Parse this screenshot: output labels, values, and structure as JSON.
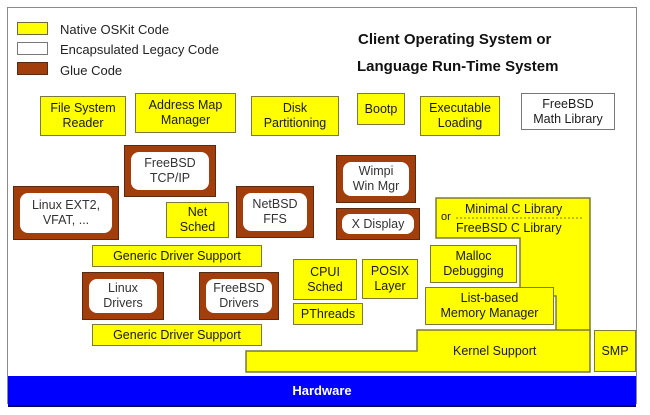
{
  "legend": {
    "items": [
      {
        "label": "Native OSKit Code",
        "color": "#ffff00"
      },
      {
        "label": "Encapsulated Legacy Code",
        "color": "#ffffff"
      },
      {
        "label": "Glue Code",
        "color": "#a23d0c"
      }
    ]
  },
  "title": {
    "line1": "Client Operating System or",
    "line2": "Language Run-Time System"
  },
  "components": {
    "file_system_reader": {
      "line1": "File System",
      "line2": "Reader",
      "type": "native"
    },
    "address_map_manager": {
      "line1": "Address Map",
      "line2": "Manager",
      "type": "native"
    },
    "disk_partitioning": {
      "line1": "Disk",
      "line2": "Partitioning",
      "type": "native"
    },
    "bootp": {
      "line1": "Bootp",
      "type": "native"
    },
    "executable_loading": {
      "line1": "Executable",
      "line2": "Loading",
      "type": "native"
    },
    "freebsd_math_library": {
      "line1": "FreeBSD",
      "line2": "Math Library",
      "type": "legacy"
    },
    "freebsd_tcpip": {
      "line1": "FreeBSD",
      "line2": "TCP/IP",
      "type": "glue"
    },
    "linux_ext2": {
      "line1": "Linux EXT2,",
      "line2": "VFAT, ...",
      "type": "glue"
    },
    "net_sched": {
      "line1": "Net",
      "line2": "Sched",
      "type": "native"
    },
    "netbsd_ffs": {
      "line1": "NetBSD",
      "line2": "FFS",
      "type": "glue"
    },
    "wimpi_win_mgr": {
      "line1": "Wimpi",
      "line2": "Win Mgr",
      "type": "glue"
    },
    "x_display": {
      "line1": "X Display",
      "type": "glue"
    },
    "c_library": {
      "or": "or",
      "line1": "Minimal C Library",
      "line2": "FreeBSD C Library",
      "type": "native"
    },
    "generic_driver_support_top": {
      "line1": "Generic Driver Support",
      "type": "native"
    },
    "cpui_sched": {
      "line1": "CPUI",
      "line2": "Sched",
      "type": "native"
    },
    "posix_layer": {
      "line1": "POSIX",
      "line2": "Layer",
      "type": "native"
    },
    "malloc_debugging": {
      "line1": "Malloc",
      "line2": "Debugging",
      "type": "native"
    },
    "linux_drivers": {
      "line1": "Linux",
      "line2": "Drivers",
      "type": "glue"
    },
    "freebsd_drivers": {
      "line1": "FreeBSD",
      "line2": "Drivers",
      "type": "glue"
    },
    "pthreads": {
      "line1": "PThreads",
      "type": "native"
    },
    "list_based_memory_manager": {
      "line1": "List-based",
      "line2": "Memory Manager",
      "type": "native"
    },
    "generic_driver_support_bottom": {
      "line1": "Generic Driver Support",
      "type": "native"
    },
    "kernel_support": {
      "line1": "Kernel Support",
      "type": "native"
    },
    "smp": {
      "line1": "SMP",
      "type": "native"
    }
  },
  "hardware": {
    "label": "Hardware",
    "color": "#0000ff"
  }
}
